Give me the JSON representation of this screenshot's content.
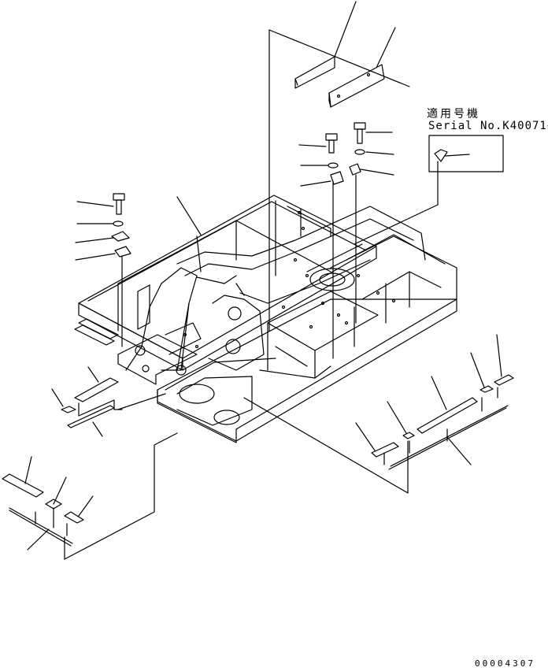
{
  "serial_box": {
    "title": "適用号機",
    "serial": "Serial No.K40071~"
  },
  "drawing_number": "00004307",
  "colors": {
    "ink": "#000000",
    "paper": "#ffffff"
  }
}
